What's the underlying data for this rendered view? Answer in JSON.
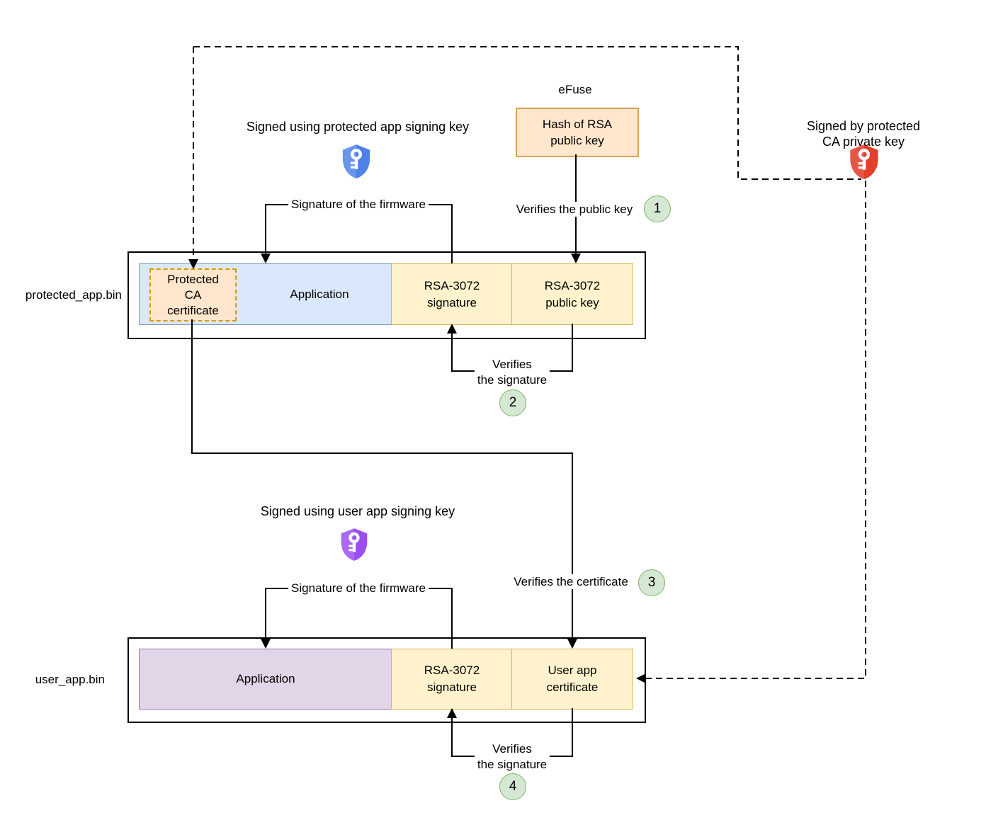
{
  "diagram": {
    "efuse_label": "eFuse",
    "hash_box_label": "Hash of RSA\npublic key",
    "signed_protected_label": "Signed using protected app signing key",
    "signed_ca_label": "Signed by protected CA private key",
    "signed_user_label": "Signed using user app signing key",
    "sig_firmware_top": "Signature of the firmware",
    "sig_firmware_bottom": "Signature of the firmware",
    "verify_pubkey_label": "Verifies the public key",
    "verify_sig_top_label": "Verifies\nthe signature",
    "verify_cert_label": "Verifies the certificate",
    "verify_sig_bottom_label": "Verifies\nthe signature",
    "badges": {
      "step1": "1",
      "step2": "2",
      "step3": "3",
      "step4": "4"
    },
    "protected_bin": {
      "file_label": "protected_app.bin",
      "cert_segment": "Protected\nCA\ncertificate",
      "application_segment": "Application",
      "signature_segment": "RSA-3072\nsignature",
      "public_key_segment": "RSA-3072\npublic key"
    },
    "user_bin": {
      "file_label": "user_app.bin",
      "application_segment": "Application",
      "signature_segment": "RSA-3072\nsignature",
      "certificate_segment": "User app\ncertificate"
    },
    "icons": {
      "protected_signing": "shield-key-blue",
      "ca_private": "shield-key-red",
      "user_signing": "shield-key-purple"
    },
    "colors": {
      "box_blue": "#dae8fc",
      "box_blue_border": "#7e96bd",
      "box_yellow": "#fff2cc",
      "box_yellow_border": "#d6b656",
      "box_orange": "#ffe6cc",
      "box_orange_border": "#d79b00",
      "box_purple": "#e1d5e7",
      "box_purple_border": "#9673a6",
      "hash_border": "#d2a452",
      "badge_fill": "#d5e8d4",
      "badge_border": "#82b366",
      "shield_blue": "#4d82e8",
      "shield_red": "#e2402c",
      "shield_purple": "#9a4ef0"
    }
  }
}
